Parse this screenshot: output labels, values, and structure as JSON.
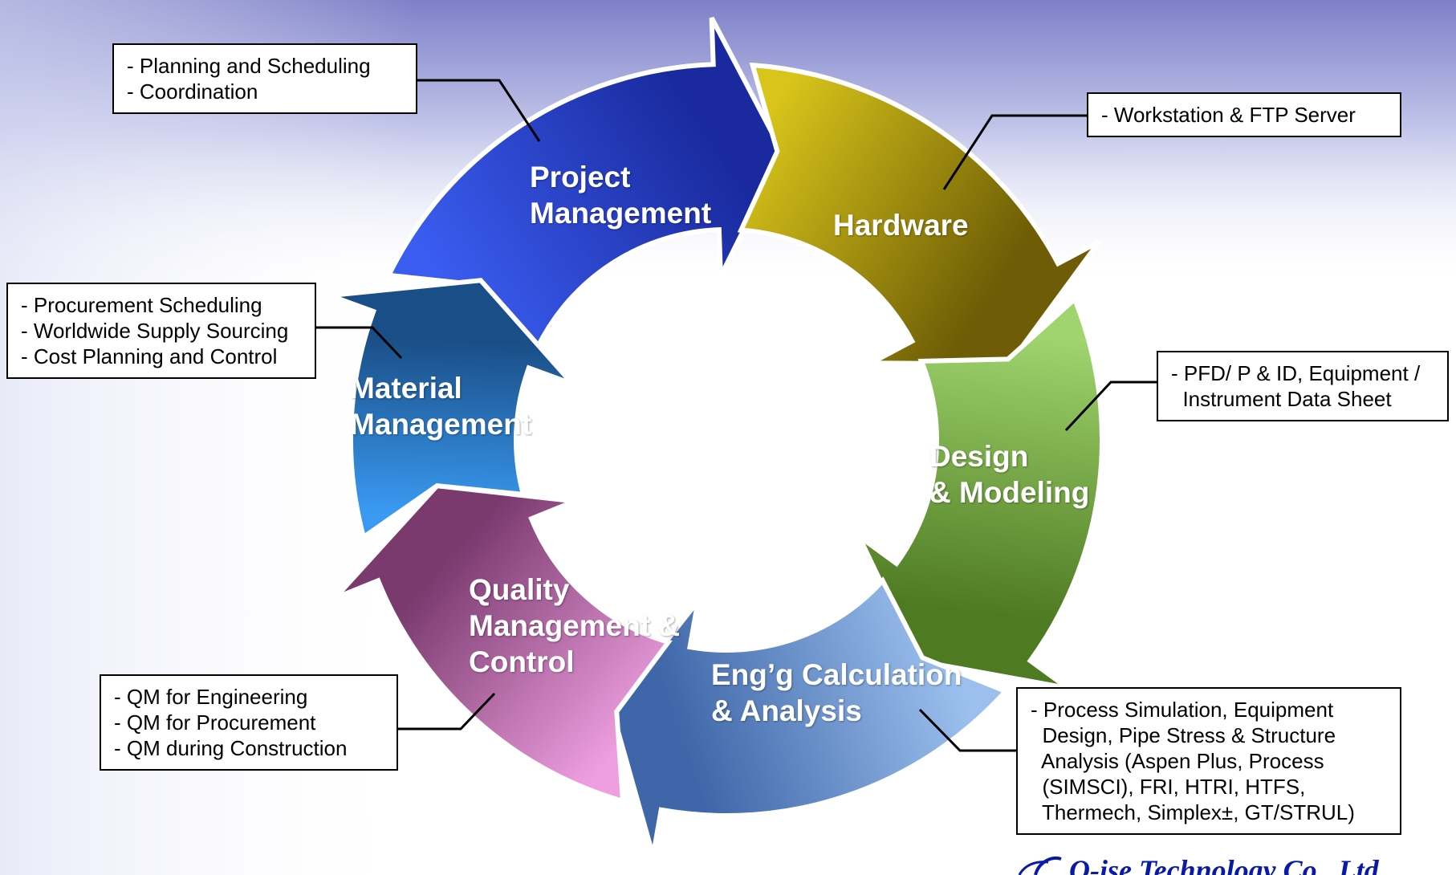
{
  "stages": [
    {
      "id": "project",
      "label": "Project\nManagement",
      "color_light": "#3a5cf0",
      "color_dark": "#1a2a9e"
    },
    {
      "id": "hardware",
      "label": "Hardware",
      "color_light": "#d8c41a",
      "color_dark": "#6e5d06"
    },
    {
      "id": "design",
      "label": "Design\n& Modeling",
      "color_light": "#9fd46e",
      "color_dark": "#4e7a22"
    },
    {
      "id": "engg",
      "label": "Eng’g Calculation\n& Analysis",
      "color_light": "#9cc0ee",
      "color_dark": "#3e66a8"
    },
    {
      "id": "quality",
      "label": "Quality\nManagement &\nControl",
      "color_light": "#ee9fe0",
      "color_dark": "#7a3a6e"
    },
    {
      "id": "material",
      "label": "Material\nManagement",
      "color_light": "#3a9af2",
      "color_dark": "#1a4e86"
    }
  ],
  "callouts": [
    {
      "id": "project",
      "lines": [
        "- Planning and Scheduling",
        "- Coordination"
      ]
    },
    {
      "id": "hardware",
      "lines": [
        "- Workstation & FTP Server"
      ]
    },
    {
      "id": "design",
      "lines": [
        "- PFD/ P & ID, Equipment /",
        "  Instrument Data Sheet"
      ]
    },
    {
      "id": "engg",
      "lines": [
        "- Process Simulation, Equipment",
        "  Design, Pipe Stress & Structure",
        "  Analysis (Aspen Plus, Process",
        "  (SIMSCI), FRI, HTRI, HTFS,",
        "  Thermech, Simplex±, GT/STRUL)"
      ]
    },
    {
      "id": "quality",
      "lines": [
        "- QM for Engineering",
        "- QM for Procurement",
        "- QM during Construction"
      ]
    },
    {
      "id": "material",
      "lines": [
        "- Procurement Scheduling",
        "- Worldwide Supply Sourcing",
        "- Cost Planning and Control"
      ]
    }
  ],
  "logo": {
    "text": "Q-ise Technology Co., Ltd."
  }
}
